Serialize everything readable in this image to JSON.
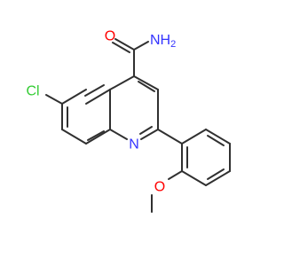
{
  "structure": {
    "atoms": [
      {
        "id": "N",
        "label": "N",
        "color": "#3333ff"
      },
      {
        "id": "H2N",
        "label": "NH",
        "color": "#3333ff",
        "subscript": "2"
      },
      {
        "id": "O1",
        "label": "O",
        "color": "#ff0000"
      },
      {
        "id": "O2",
        "label": "O",
        "color": "#ff0000"
      },
      {
        "id": "Cl",
        "label": "Cl",
        "color": "#33cc33"
      }
    ],
    "bond_color": "#303030"
  }
}
